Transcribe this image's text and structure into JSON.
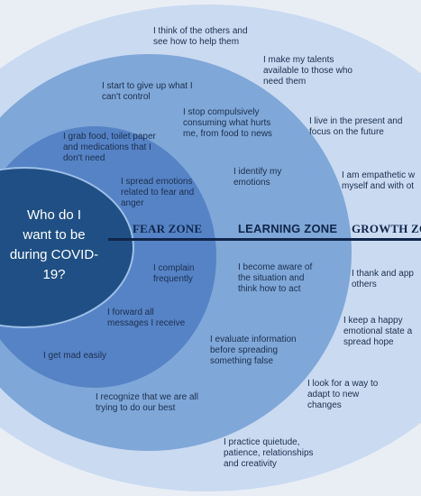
{
  "center_text": "Who do I\nwant to be\nduring COVID-\n19?",
  "zones": {
    "fear": "FEAR ZONE",
    "learning": "LEARNING ZONE",
    "growth": "GROWTH ZO"
  },
  "fear_items": [
    "I grab food, toilet paper\nand medications that I\ndon't need",
    "I spread emotions\nrelated to fear and\nanger",
    "I complain\nfrequently",
    "I forward all\nmessages I receive",
    "I get mad easily"
  ],
  "learning_items": [
    "I start to give up what I\ncan't control",
    "I stop compulsively\nconsuming what hurts\nme, from food to news",
    "I identify my\nemotions",
    "I become aware of\nthe situation and\nthink how to act",
    "I evaluate information\nbefore spreading\nsomething false",
    "I recognize that we are all\ntrying to do our best"
  ],
  "growth_items": [
    "I think of the others and\nsee how to help them",
    "I make my talents\navailable to those who\nneed them",
    "I live in the present and\nfocus on the future",
    "I am empathetic w\nmyself and with ot",
    "I thank and app\nothers",
    "I keep a happy\nemotional state a\nspread hope",
    "I look for a way to\nadapt to new\nchanges",
    "I practice quietude,\npatience, relationships\nand creativity"
  ]
}
